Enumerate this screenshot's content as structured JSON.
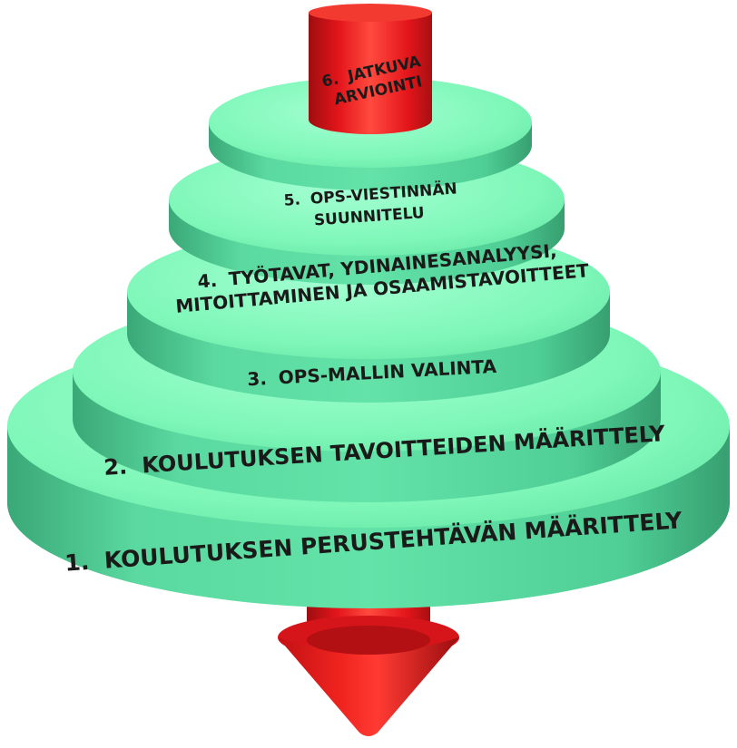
{
  "colors": {
    "tier_side": "#4fcf96",
    "tier_side_shadow": "#3aa877",
    "tier_top": "#7ef7b8",
    "tier_top_light": "#9cffcc",
    "arrow_red": "#e4161b",
    "arrow_red_dark": "#a80f12",
    "arrow_red_light": "#ff4a3f"
  },
  "levels": [
    {
      "number": "1.",
      "text": "KOULUTUKSEN PERUSTEHTÄVÄN MÄÄRITTELY"
    },
    {
      "number": "2.",
      "text": "KOULUTUKSEN TAVOITTEIDEN MÄÄRITTELY"
    },
    {
      "number": "3.",
      "text": "OPS-MALLIN VALINTA"
    },
    {
      "number": "4.",
      "lines": [
        "TYÖTAVAT, YDINAINESANALYYSI,",
        "MITOITTAMINEN JA OSAAMISTAVOITTEET"
      ]
    },
    {
      "number": "5.",
      "lines": [
        "OPS-VIESTINNÄN",
        "SUUNNITELU"
      ]
    },
    {
      "number": "6.",
      "lines": [
        "JATKUVA",
        "ARVIOINTI"
      ]
    }
  ]
}
